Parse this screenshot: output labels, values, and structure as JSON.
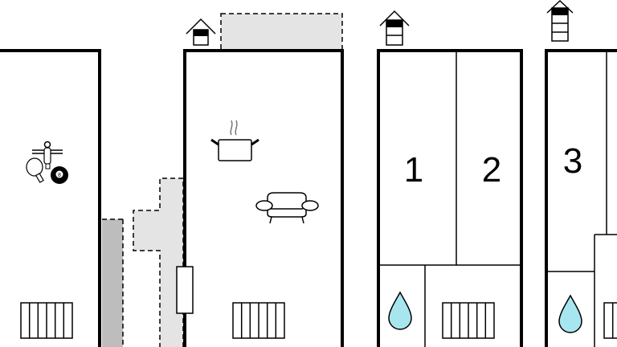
{
  "floorplan": {
    "rooms": [
      {
        "label": "1"
      },
      {
        "label": "2"
      },
      {
        "label": "3"
      }
    ],
    "icons": [
      "stairs-icon",
      "games-icon",
      "cooking-pot-icon",
      "sofa-icon",
      "radiator-icon",
      "bathroom-drop-icon"
    ],
    "colors": {
      "terrace": "#e4e4e4",
      "shed": "#bdbdbd",
      "water": "#a8e6ef"
    }
  }
}
